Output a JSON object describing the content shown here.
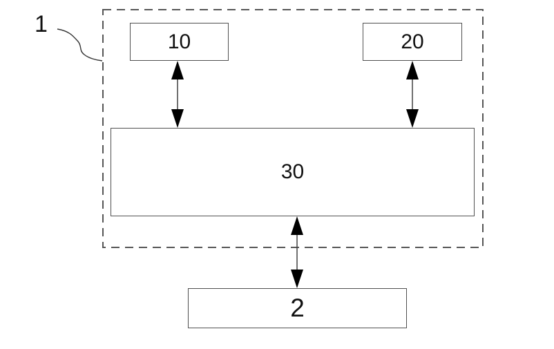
{
  "figure_label": "1",
  "container": {
    "label": "1",
    "border_style": "dashed",
    "contains": [
      "10",
      "20",
      "30"
    ]
  },
  "nodes": [
    {
      "id": "10",
      "label": "10"
    },
    {
      "id": "20",
      "label": "20"
    },
    {
      "id": "30",
      "label": "30"
    },
    {
      "id": "2",
      "label": "2"
    }
  ],
  "connections": [
    {
      "from": "10",
      "to": "30",
      "type": "bidirectional"
    },
    {
      "from": "20",
      "to": "30",
      "type": "bidirectional"
    },
    {
      "from": "30",
      "to": "2",
      "type": "bidirectional"
    }
  ],
  "colors": {
    "background": "#ffffff",
    "box_border": "#4f4f4f",
    "dashed_border": "#555555",
    "arrow": "#000000",
    "text": "#111111"
  }
}
